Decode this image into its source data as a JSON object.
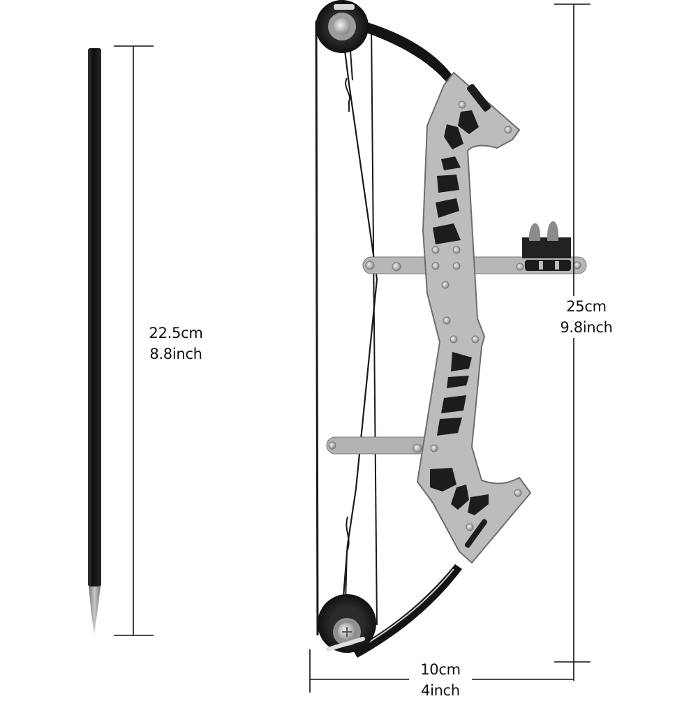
{
  "image": {
    "subject": "Mini compound bow with arrow, product dimension diagram",
    "background": "#ffffff"
  },
  "arrow": {
    "dimension": {
      "metric": "22.5cm",
      "imperial": "8.8inch"
    }
  },
  "bow": {
    "height_dimension": {
      "metric": "25cm",
      "imperial": "9.8inch"
    },
    "width_dimension": {
      "metric": "10cm",
      "imperial": "4inch"
    }
  },
  "colors": {
    "line": "#111111",
    "riser": "#b9b9b9",
    "riser_edge": "#6d6d6d",
    "cutout": "#1c1c1c",
    "limb": "#141414",
    "cam": "#202020",
    "arrow_shaft": "#161616",
    "arrow_tip": "#9a9a9a"
  }
}
